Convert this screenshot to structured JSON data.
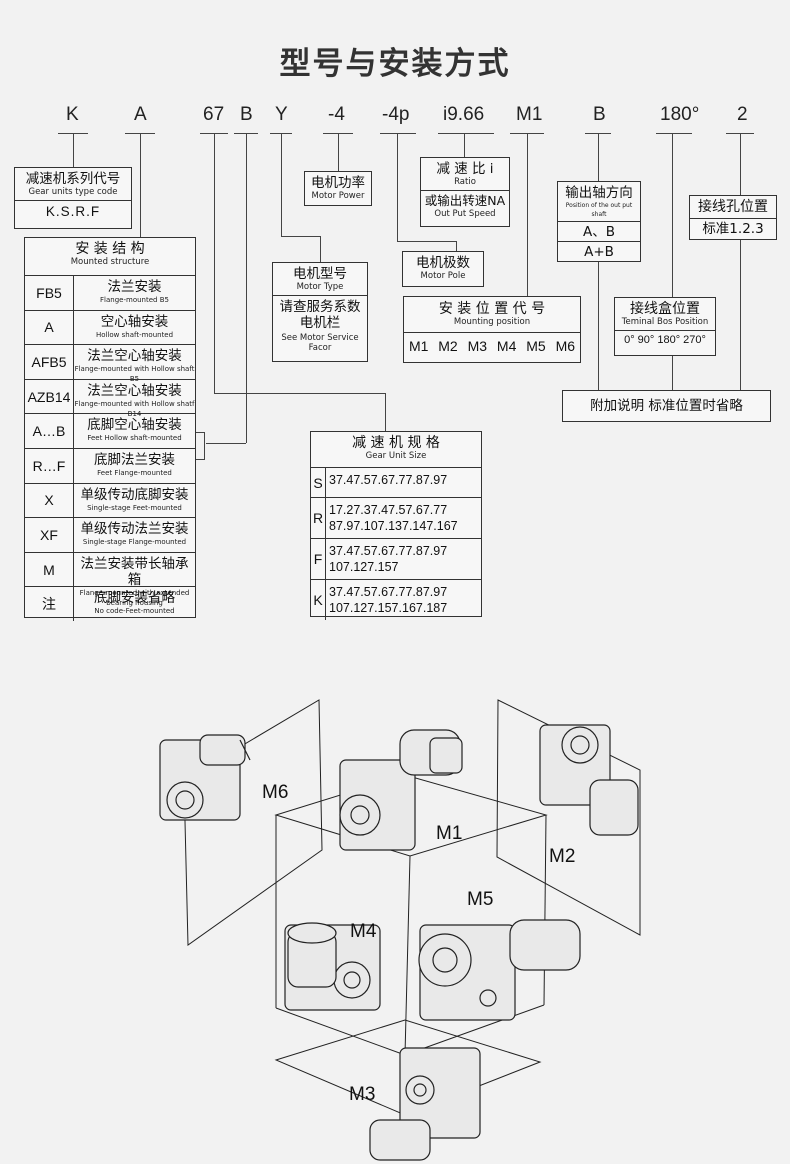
{
  "title": "型号与安装方式",
  "model_codes": [
    "K",
    "A",
    "67",
    "B",
    "Y",
    "-4",
    "-4p",
    "i9.66",
    "M1",
    "B",
    "180°",
    "2"
  ],
  "series": {
    "cn": "减速机系列代号",
    "en": "Gear units type code",
    "value": "K.S.R.F"
  },
  "mounting_structure": {
    "header_cn": "安 装 结 构",
    "header_en": "Mounted structure",
    "rows": [
      {
        "code": "FB5",
        "cn": "法兰安装",
        "en": "Flange-mounted B5"
      },
      {
        "code": "A",
        "cn": "空心轴安装",
        "en": "Hollow shaft-mounted"
      },
      {
        "code": "AFB5",
        "cn": "法兰空心轴安装",
        "en": "Flange-mounted with Hollow shaft B5"
      },
      {
        "code": "AZB14",
        "cn": "法兰空心轴安装",
        "en": "Flange-mounted with Hollow shatf B14"
      },
      {
        "code": "A…B",
        "cn": "底脚空心轴安装",
        "en": "Feet Hollow shaft-mounted"
      },
      {
        "code": "R…F",
        "cn": "底脚法兰安装",
        "en": "Feet Flange-mounted"
      },
      {
        "code": "X",
        "cn": "单级传动底脚安装",
        "en": "Single-stage Feet-mounted"
      },
      {
        "code": "XF",
        "cn": "单级传动法兰安装",
        "en": "Single-stage Flange-mounted"
      },
      {
        "code": "M",
        "cn": "法兰安装带长轴承箱",
        "en": "Flange-mounted with extended bearing housing"
      },
      {
        "code": "注",
        "cn": "底脚安装省略",
        "en": "No code-Feet-mounted"
      }
    ]
  },
  "motor_power": {
    "cn": "电机功率",
    "en": "Motor Power"
  },
  "motor_type": {
    "cn": "电机型号",
    "en": "Motor Type",
    "note_cn": "请查服务系数电机栏",
    "note_en": "See Motor Service Facor"
  },
  "ratio": {
    "cn": "减 速 比 i",
    "en": "Ratio",
    "alt_cn": "或输出转速NA",
    "alt_en": "Out Put Speed"
  },
  "motor_pole": {
    "cn": "电机极数",
    "en": "Motor Pole"
  },
  "mounting_position": {
    "cn": "安 装 位 置 代 号",
    "en": "Mounting position",
    "values": [
      "M1",
      "M2",
      "M3",
      "M4",
      "M5",
      "M6"
    ]
  },
  "output_shaft": {
    "cn": "输出轴方向",
    "en": "Position of the out put shaft",
    "options": [
      "A、B",
      "A+B"
    ]
  },
  "terminal_hole": {
    "cn": "接线孔位置",
    "value": "标准1.2.3"
  },
  "terminal_box": {
    "cn": "接线盒位置",
    "en": "Teminal Bos Position",
    "values": "0°  90°  180°  270°"
  },
  "note": "附加说明  标准位置时省略",
  "gear_unit_size": {
    "header_cn": "减 速 机 规 格",
    "header_en": "Gear Unit Size",
    "rows": [
      {
        "code": "S",
        "lines": [
          "37.47.57.67.77.87.97"
        ]
      },
      {
        "code": "R",
        "lines": [
          "17.27.37.47.57.67.77",
          "87.97.107.137.147.167"
        ]
      },
      {
        "code": "F",
        "lines": [
          "37.47.57.67.77.87.97",
          "107.127.157"
        ]
      },
      {
        "code": "K",
        "lines": [
          "37.47.57.67.77.87.97",
          "107.127.157.167.187"
        ]
      }
    ]
  },
  "positions": [
    "M6",
    "M1",
    "M2",
    "M5",
    "M4",
    "M3"
  ]
}
